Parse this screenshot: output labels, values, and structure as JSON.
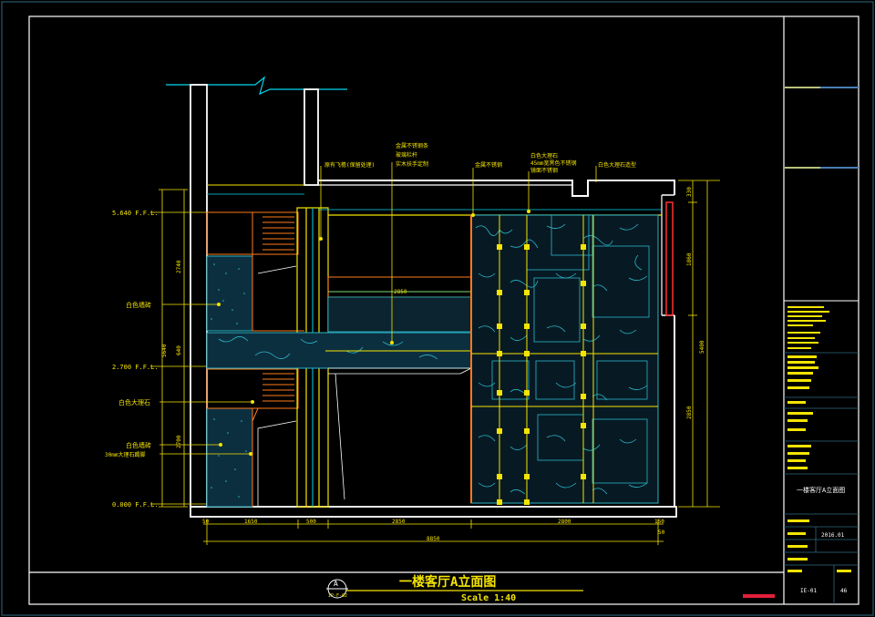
{
  "drawing": {
    "title": "一楼客厅A立面图",
    "scale": "Scale 1:40",
    "view_mark_letter": "A",
    "view_mark_sheet": "IP-F-02"
  },
  "levels": {
    "upper": "5.640 F.F.L.",
    "middle": "2.700 F.F.L.",
    "ground": "0.000 F.F.L."
  },
  "left_labels": {
    "upper_wall": "白色墙砖",
    "middle_stone": "白色大理石",
    "lower_wall_1": "白色墙砖",
    "lower_wall_2": "30mm大理石踢脚"
  },
  "top_labels": {
    "label_1": "原有飞檐(保留处理)",
    "label_2a": "金属不锈钢条",
    "label_2b": "玻璃栏杆",
    "label_2c": "实木扶手定制",
    "label_3": "金属不锈钢",
    "label_4a": "白色大理石",
    "label_4b": "45mm宽黑色不锈钢",
    "label_4c": "镜面不锈钢",
    "label_5": "白色大理石造型"
  },
  "dims": {
    "left_total": "5640",
    "left_upper": "2740",
    "left_mid": "640",
    "left_lower": "2700",
    "right_top": "330",
    "right_window": "1860",
    "right_mid": "5400",
    "right_lower": "2850",
    "bottom_1": "50",
    "bottom_2": "1650",
    "bottom_3": "500",
    "bottom_4": "2850",
    "bottom_5": "2800",
    "bottom_6": "150",
    "bottom_7": "50",
    "bottom_total": "8850",
    "beam_width": "2850"
  },
  "title_block": {
    "sheet_name": "一楼客厅A立面图",
    "drawing_no": "IE-01",
    "page_no": "46",
    "date": "2016.01"
  }
}
